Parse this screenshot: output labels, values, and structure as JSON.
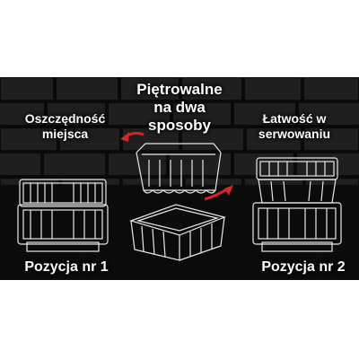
{
  "banner": {
    "title_lines": [
      "Piętrowalne",
      "na dwa",
      "sposoby"
    ],
    "left_caption_lines": [
      "Oszczędność",
      "miejsca"
    ],
    "right_caption_lines": [
      "Łatwość w",
      "serwowaniu"
    ],
    "left_label": "Pozycja nr 1",
    "right_label": "Pozycja nr 2",
    "colors": {
      "background": "#0d0d0d",
      "brick": "#2a2a2a",
      "arrow": "#d8232a",
      "outline": "#e8e8e8"
    },
    "icons": [
      "stacked-boxes-icon",
      "rotated-box-icon",
      "nested-boxes-icon",
      "curved-arrow-icon"
    ]
  }
}
